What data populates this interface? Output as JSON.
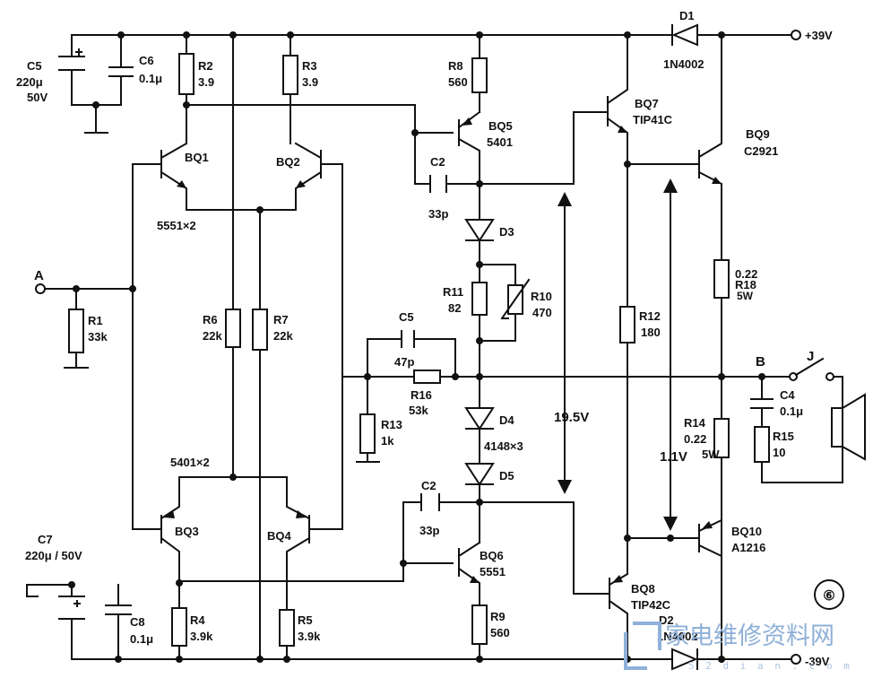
{
  "supply": {
    "pos": "+39V",
    "neg": "-39V"
  },
  "terminals": {
    "a": "A",
    "b": "B",
    "j": "J"
  },
  "capacitors": {
    "c5": {
      "name": "C5",
      "value1": "220μ",
      "value2": "50V"
    },
    "c6": {
      "name": "C6",
      "value": "0.1μ"
    },
    "c7": {
      "name": "C7",
      "value": "220μ / 50V"
    },
    "c8": {
      "name": "C8",
      "value": "0.1μ"
    },
    "c2_top": {
      "name": "C2",
      "value": "33p"
    },
    "c5_mid": {
      "name": "C5",
      "value": "47p"
    },
    "c2_bot": {
      "name": "C2",
      "value": "33p"
    },
    "c4": {
      "name": "C4",
      "value": "0.1μ"
    }
  },
  "resistors": {
    "r1": {
      "name": "R1",
      "value": "33k"
    },
    "r2": {
      "name": "R2",
      "value": "3.9"
    },
    "r3": {
      "name": "R3",
      "value": "3.9"
    },
    "r4": {
      "name": "R4",
      "value": "3.9k"
    },
    "r5": {
      "name": "R5",
      "value": "3.9k"
    },
    "r6": {
      "name": "R6",
      "value": "22k"
    },
    "r7": {
      "name": "R7",
      "value": "22k"
    },
    "r8": {
      "name": "R8",
      "value": "560"
    },
    "r9": {
      "name": "R9",
      "value": "560"
    },
    "r10": {
      "name": "R10",
      "value": "470"
    },
    "r11": {
      "name": "R11",
      "value": "82"
    },
    "r12": {
      "name": "R12",
      "value": "180"
    },
    "r13": {
      "name": "R13",
      "value": "1k"
    },
    "r14": {
      "name": "R14",
      "value1": "0.22",
      "value2": "5W"
    },
    "r15": {
      "name": "R15",
      "value": "10"
    },
    "r16": {
      "name": "R16",
      "value": "53k"
    },
    "r18": {
      "name": "R18",
      "value1": "0.22",
      "value2": "5W"
    }
  },
  "transistors": {
    "bq1": "BQ1",
    "bq2": "BQ2",
    "pair_top": "5551×2",
    "bq3": "BQ3",
    "bq4": "BQ4",
    "pair_bot": "5401×2",
    "bq5": {
      "name": "BQ5",
      "part": "5401"
    },
    "bq6": {
      "name": "BQ6",
      "part": "5551"
    },
    "bq7": {
      "name": "BQ7",
      "part": "TIP41C"
    },
    "bq8": {
      "name": "BQ8",
      "part": "TIP42C"
    },
    "bq9": {
      "name": "BQ9",
      "part": "C2921"
    },
    "bq10": {
      "name": "BQ10",
      "part": "A1216"
    }
  },
  "diodes": {
    "d1": {
      "name": "D1",
      "part": "1N4002"
    },
    "d2": {
      "name": "D2",
      "part": "1N4002"
    },
    "d3": "D3",
    "d4": "D4",
    "d5": "D5",
    "d_group": "4148×3"
  },
  "voltages": {
    "v_bias": "19.5V",
    "v_out": "1.1V"
  },
  "figure_number": "⑥",
  "watermark": {
    "text": "家电维修资料网",
    "url": "5 2 d i a n . c o m"
  }
}
